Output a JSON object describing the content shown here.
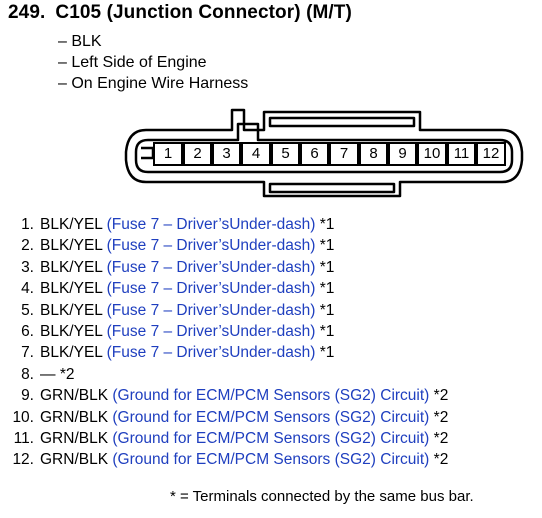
{
  "header": {
    "number": "249.",
    "title": "C105 (Junction Connector) (M/T)"
  },
  "details": [
    "– BLK",
    "– Left Side of Engine",
    "– On Engine Wire Harness"
  ],
  "connector": {
    "pins": [
      "1",
      "2",
      "3",
      "4",
      "5",
      "6",
      "7",
      "8",
      "9",
      "10",
      "11",
      "12"
    ]
  },
  "terminals": [
    {
      "num": "1.",
      "wire": "BLK/YEL",
      "circuit": "(Fuse 7 – Driver’sUnder-dash)",
      "note": "*1"
    },
    {
      "num": "2.",
      "wire": "BLK/YEL",
      "circuit": "(Fuse 7 – Driver’sUnder-dash)",
      "note": "*1"
    },
    {
      "num": "3.",
      "wire": "BLK/YEL",
      "circuit": "(Fuse 7 – Driver’sUnder-dash)",
      "note": "*1"
    },
    {
      "num": "4.",
      "wire": "BLK/YEL",
      "circuit": "(Fuse 7 – Driver’sUnder-dash)",
      "note": "*1"
    },
    {
      "num": "5.",
      "wire": "BLK/YEL",
      "circuit": "(Fuse 7 – Driver’sUnder-dash)",
      "note": "*1"
    },
    {
      "num": "6.",
      "wire": "BLK/YEL",
      "circuit": "(Fuse 7 – Driver’sUnder-dash)",
      "note": "*1"
    },
    {
      "num": "7.",
      "wire": "BLK/YEL",
      "circuit": "(Fuse 7 – Driver’sUnder-dash)",
      "note": "*1"
    },
    {
      "num": "8.",
      "wire": "—",
      "circuit": "",
      "note": "*2"
    },
    {
      "num": "9.",
      "wire": "GRN/BLK",
      "circuit": "(Ground for ECM/PCM Sensors (SG2) Circuit)",
      "note": "*2"
    },
    {
      "num": "10.",
      "wire": "GRN/BLK",
      "circuit": "(Ground for ECM/PCM Sensors (SG2) Circuit)",
      "note": "*2"
    },
    {
      "num": "11.",
      "wire": "GRN/BLK",
      "circuit": "(Ground for ECM/PCM Sensors (SG2) Circuit)",
      "note": "*2"
    },
    {
      "num": "12.",
      "wire": "GRN/BLK",
      "circuit": "(Ground for ECM/PCM Sensors (SG2) Circuit)",
      "note": "*2"
    }
  ],
  "footnote": "* = Terminals connected by the same bus bar.",
  "colors": {
    "circuit_text": "#1f3fbf",
    "text": "#000000"
  }
}
